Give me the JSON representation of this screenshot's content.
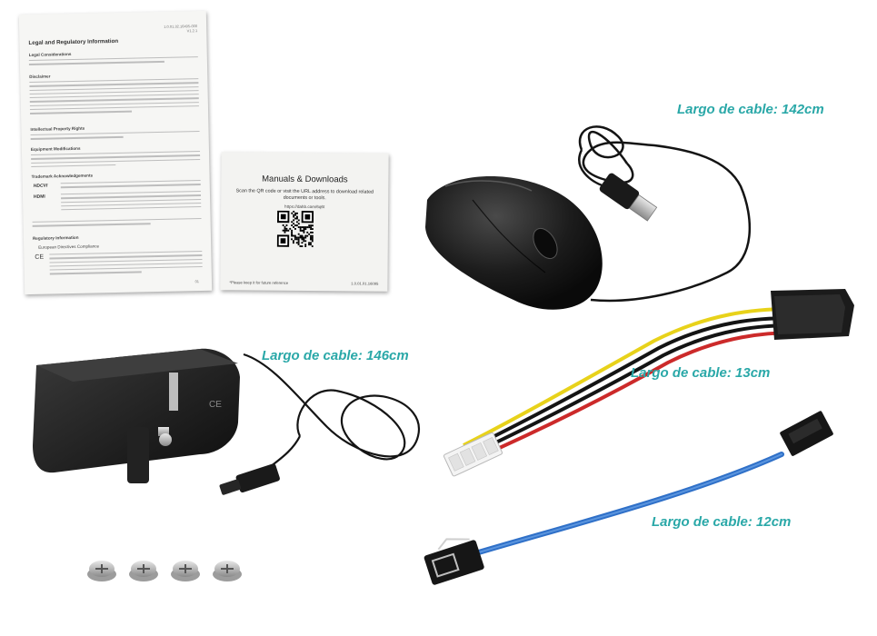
{
  "labels": {
    "mouse_cable": "Largo de cable: 142cm",
    "adapter_cable": "Largo de cable: 146cm",
    "power_cable": "Largo de cable: 13cm",
    "sata_cable": "Largo de cable: 12cm"
  },
  "colors": {
    "label_teal": "#2aa8a8",
    "cable_black": "#141414",
    "sata_blue": "#2f70c8",
    "wire_red": "#cc2a2a",
    "wire_yellow": "#e8d21a"
  },
  "leaflet": {
    "code": "1.0.01.32.16495-000",
    "version": "V1.2.1",
    "title": "Legal and Regulatory Information",
    "sections": [
      "Legal Considerations",
      "Disclaimer",
      "Intellectual Property Rights",
      "Equipment Modifications",
      "Trademark Acknowledgements",
      "Regulatory Information"
    ],
    "brand_mark": "HDCVI",
    "hdmi_mark": "HDMI",
    "compliance": "European Directives Compliance",
    "ce_mark": "CE",
    "page": "01"
  },
  "card": {
    "title": "Manuals & Downloads",
    "instruction": "Scan the QR code or visit the URL address to download related documents or tools.",
    "url": "https://dahb.com/6q6t",
    "note": "*Please keep it for future reference",
    "code": "1.0.01.01.16095"
  },
  "icons": {
    "qr": "qr-code-icon",
    "mouse": "usb-mouse-icon",
    "adapter": "power-adapter-icon",
    "screws": "screw-icon",
    "molex": "molex-connector-icon",
    "sata": "sata-cable-icon"
  }
}
